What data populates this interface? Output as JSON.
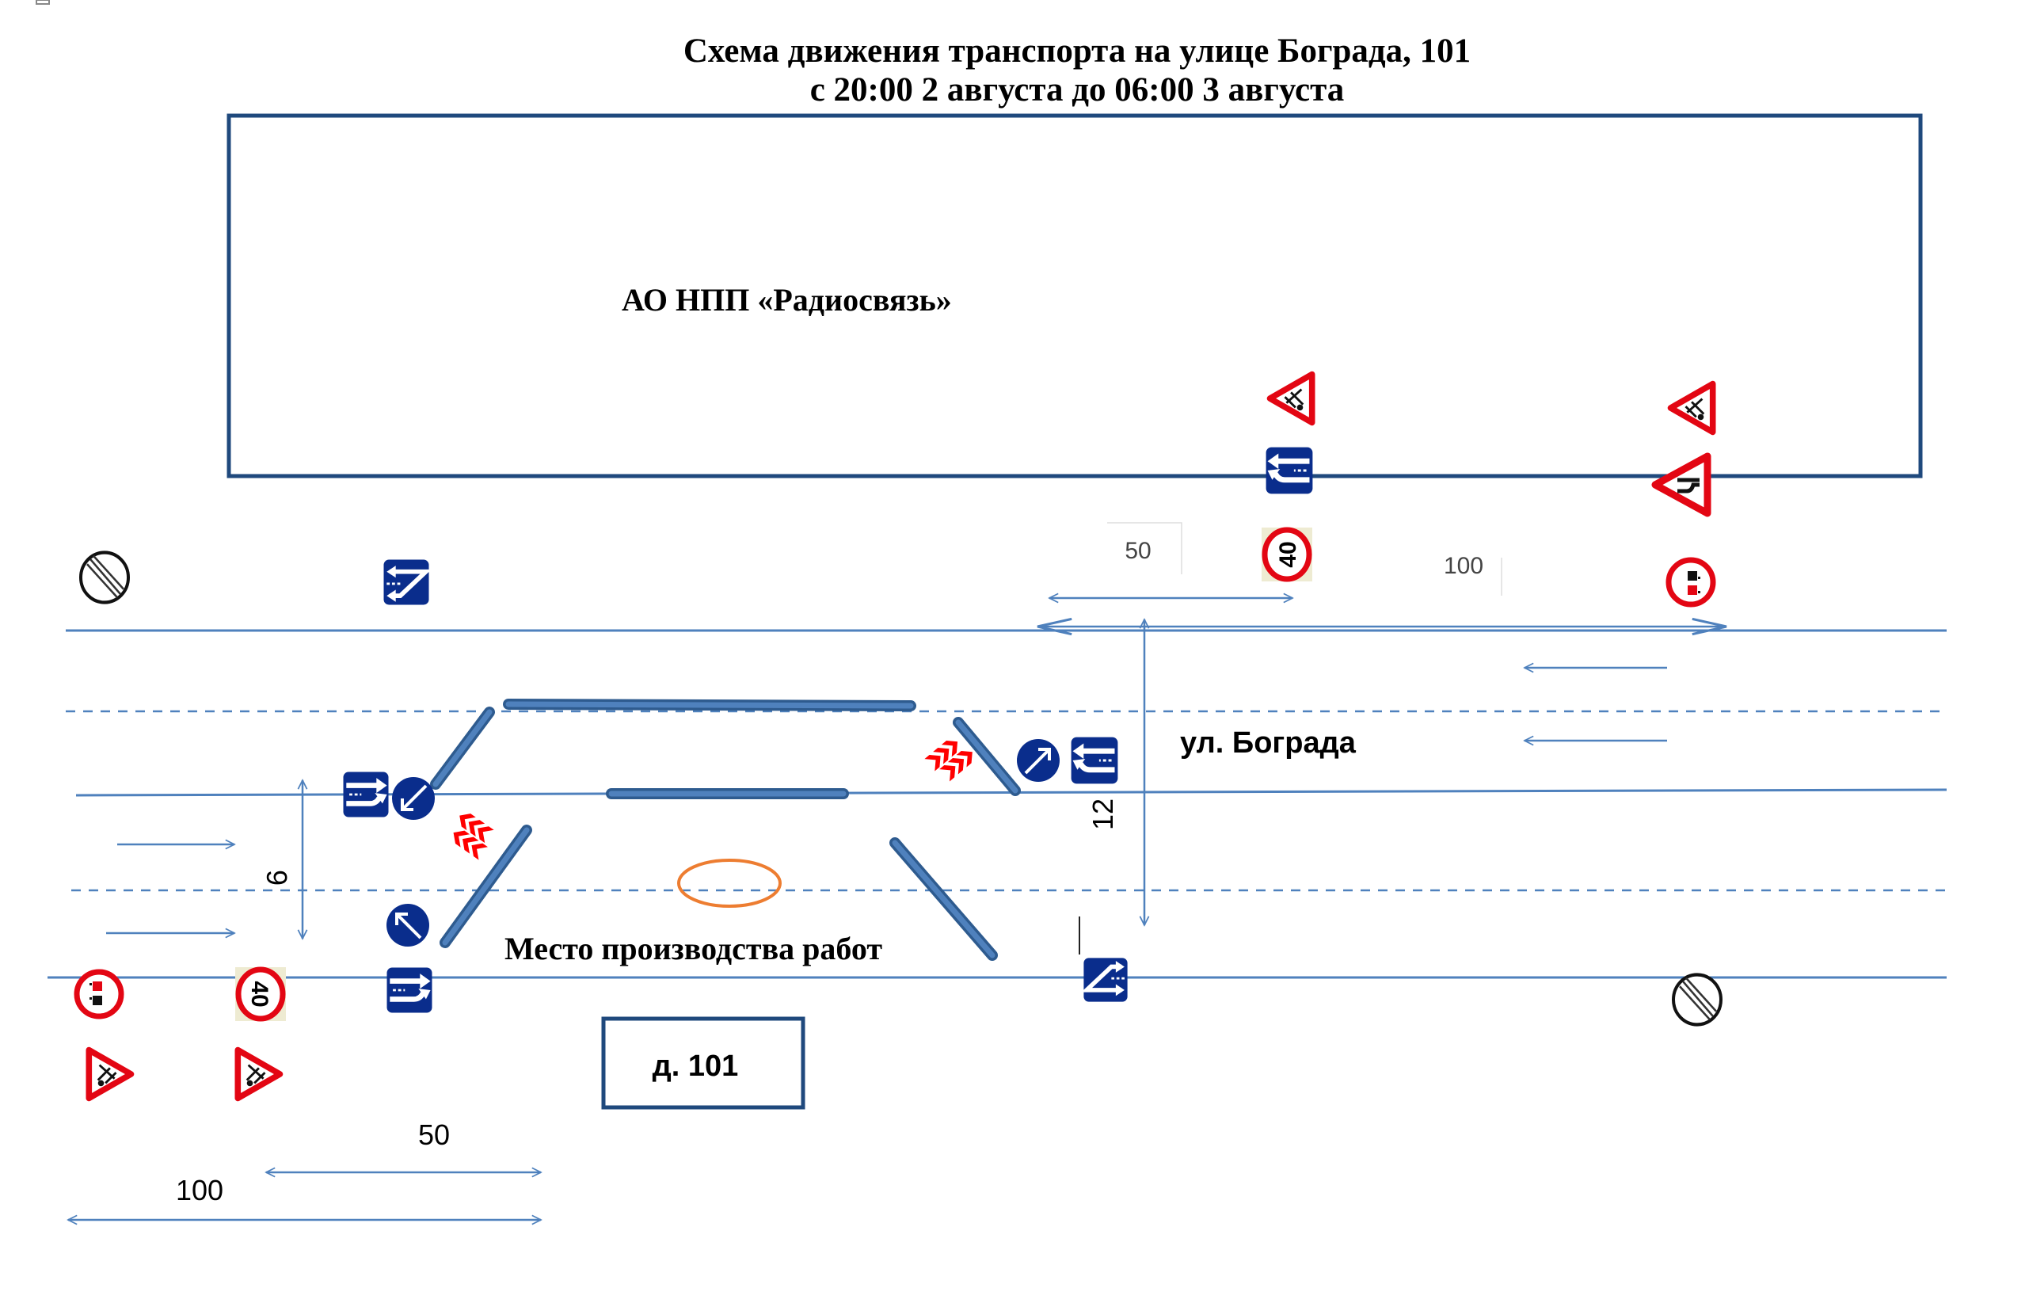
{
  "title": {
    "line1": "Схема движения транспорта на улице Бограда, 101",
    "line2": "с 20:00 2 августа до 06:00 3 августа"
  },
  "buildings": {
    "north": "АО НПП «Радиосвязь»",
    "south": "д. 101"
  },
  "street_name": "ул. Бограда",
  "work_zone_label": "Место производства работ",
  "dimensions": {
    "top_short": "50",
    "top_long": "100",
    "bottom_short": "50",
    "bottom_long": "100",
    "road_width_right": "12",
    "road_width_left": "9"
  },
  "signs": {
    "speed_limit_value": "40",
    "items": [
      {
        "id": "end-restrictions-nw",
        "icon": "end-of-all-restrictions-icon"
      },
      {
        "id": "lane-change-nw",
        "icon": "lane-shift-sign-icon"
      },
      {
        "id": "roadwork-ne-1",
        "icon": "roadworks-warning-icon"
      },
      {
        "id": "lane-count-ne",
        "icon": "lane-merge-sign-icon"
      },
      {
        "id": "speed-ne",
        "icon": "speed-limit-40-icon"
      },
      {
        "id": "roadwork-ne-2",
        "icon": "roadworks-warning-icon"
      },
      {
        "id": "narrowing-ne",
        "icon": "road-narrows-warning-icon"
      },
      {
        "id": "no-overtaking-ne",
        "icon": "no-overtaking-icon"
      },
      {
        "id": "lane-count-w",
        "icon": "lane-merge-sign-icon"
      },
      {
        "id": "keep-left-w",
        "icon": "pass-obstacle-icon"
      },
      {
        "id": "keep-right-w",
        "icon": "pass-obstacle-icon"
      },
      {
        "id": "keep-right-e",
        "icon": "pass-obstacle-icon"
      },
      {
        "id": "lane-count-e",
        "icon": "lane-merge-sign-icon"
      },
      {
        "id": "lane-change-se",
        "icon": "lane-shift-sign-icon"
      },
      {
        "id": "end-restrictions-se",
        "icon": "end-of-all-restrictions-icon"
      },
      {
        "id": "no-overtaking-sw",
        "icon": "no-overtaking-icon"
      },
      {
        "id": "speed-sw",
        "icon": "speed-limit-40-icon"
      },
      {
        "id": "lane-count-sw",
        "icon": "lane-merge-sign-icon"
      },
      {
        "id": "roadwork-sw-1",
        "icon": "roadworks-warning-icon"
      },
      {
        "id": "roadwork-sw-2",
        "icon": "roadworks-warning-icon"
      }
    ]
  },
  "colors": {
    "road": "#4f81bd",
    "barrier": "#2e5b8f",
    "sign_blue": "#0a2d8c",
    "sign_red": "#e30613",
    "pit": "#ed7d31",
    "building_border": "#1f497d"
  }
}
